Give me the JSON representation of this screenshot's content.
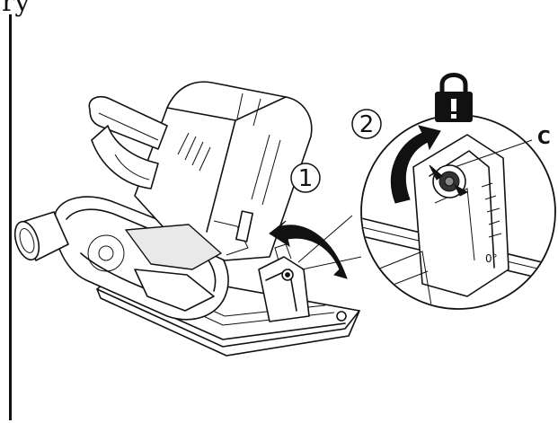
{
  "figure": {
    "top_clip_text": "ry",
    "step1_label": "1",
    "step2_label": "2",
    "callout_label": "C",
    "scale_mark": "0°",
    "icons": [
      "left-border-bar",
      "padlock-icon",
      "rotate-arrow-icon",
      "rotate-arrow-small-icon"
    ]
  }
}
